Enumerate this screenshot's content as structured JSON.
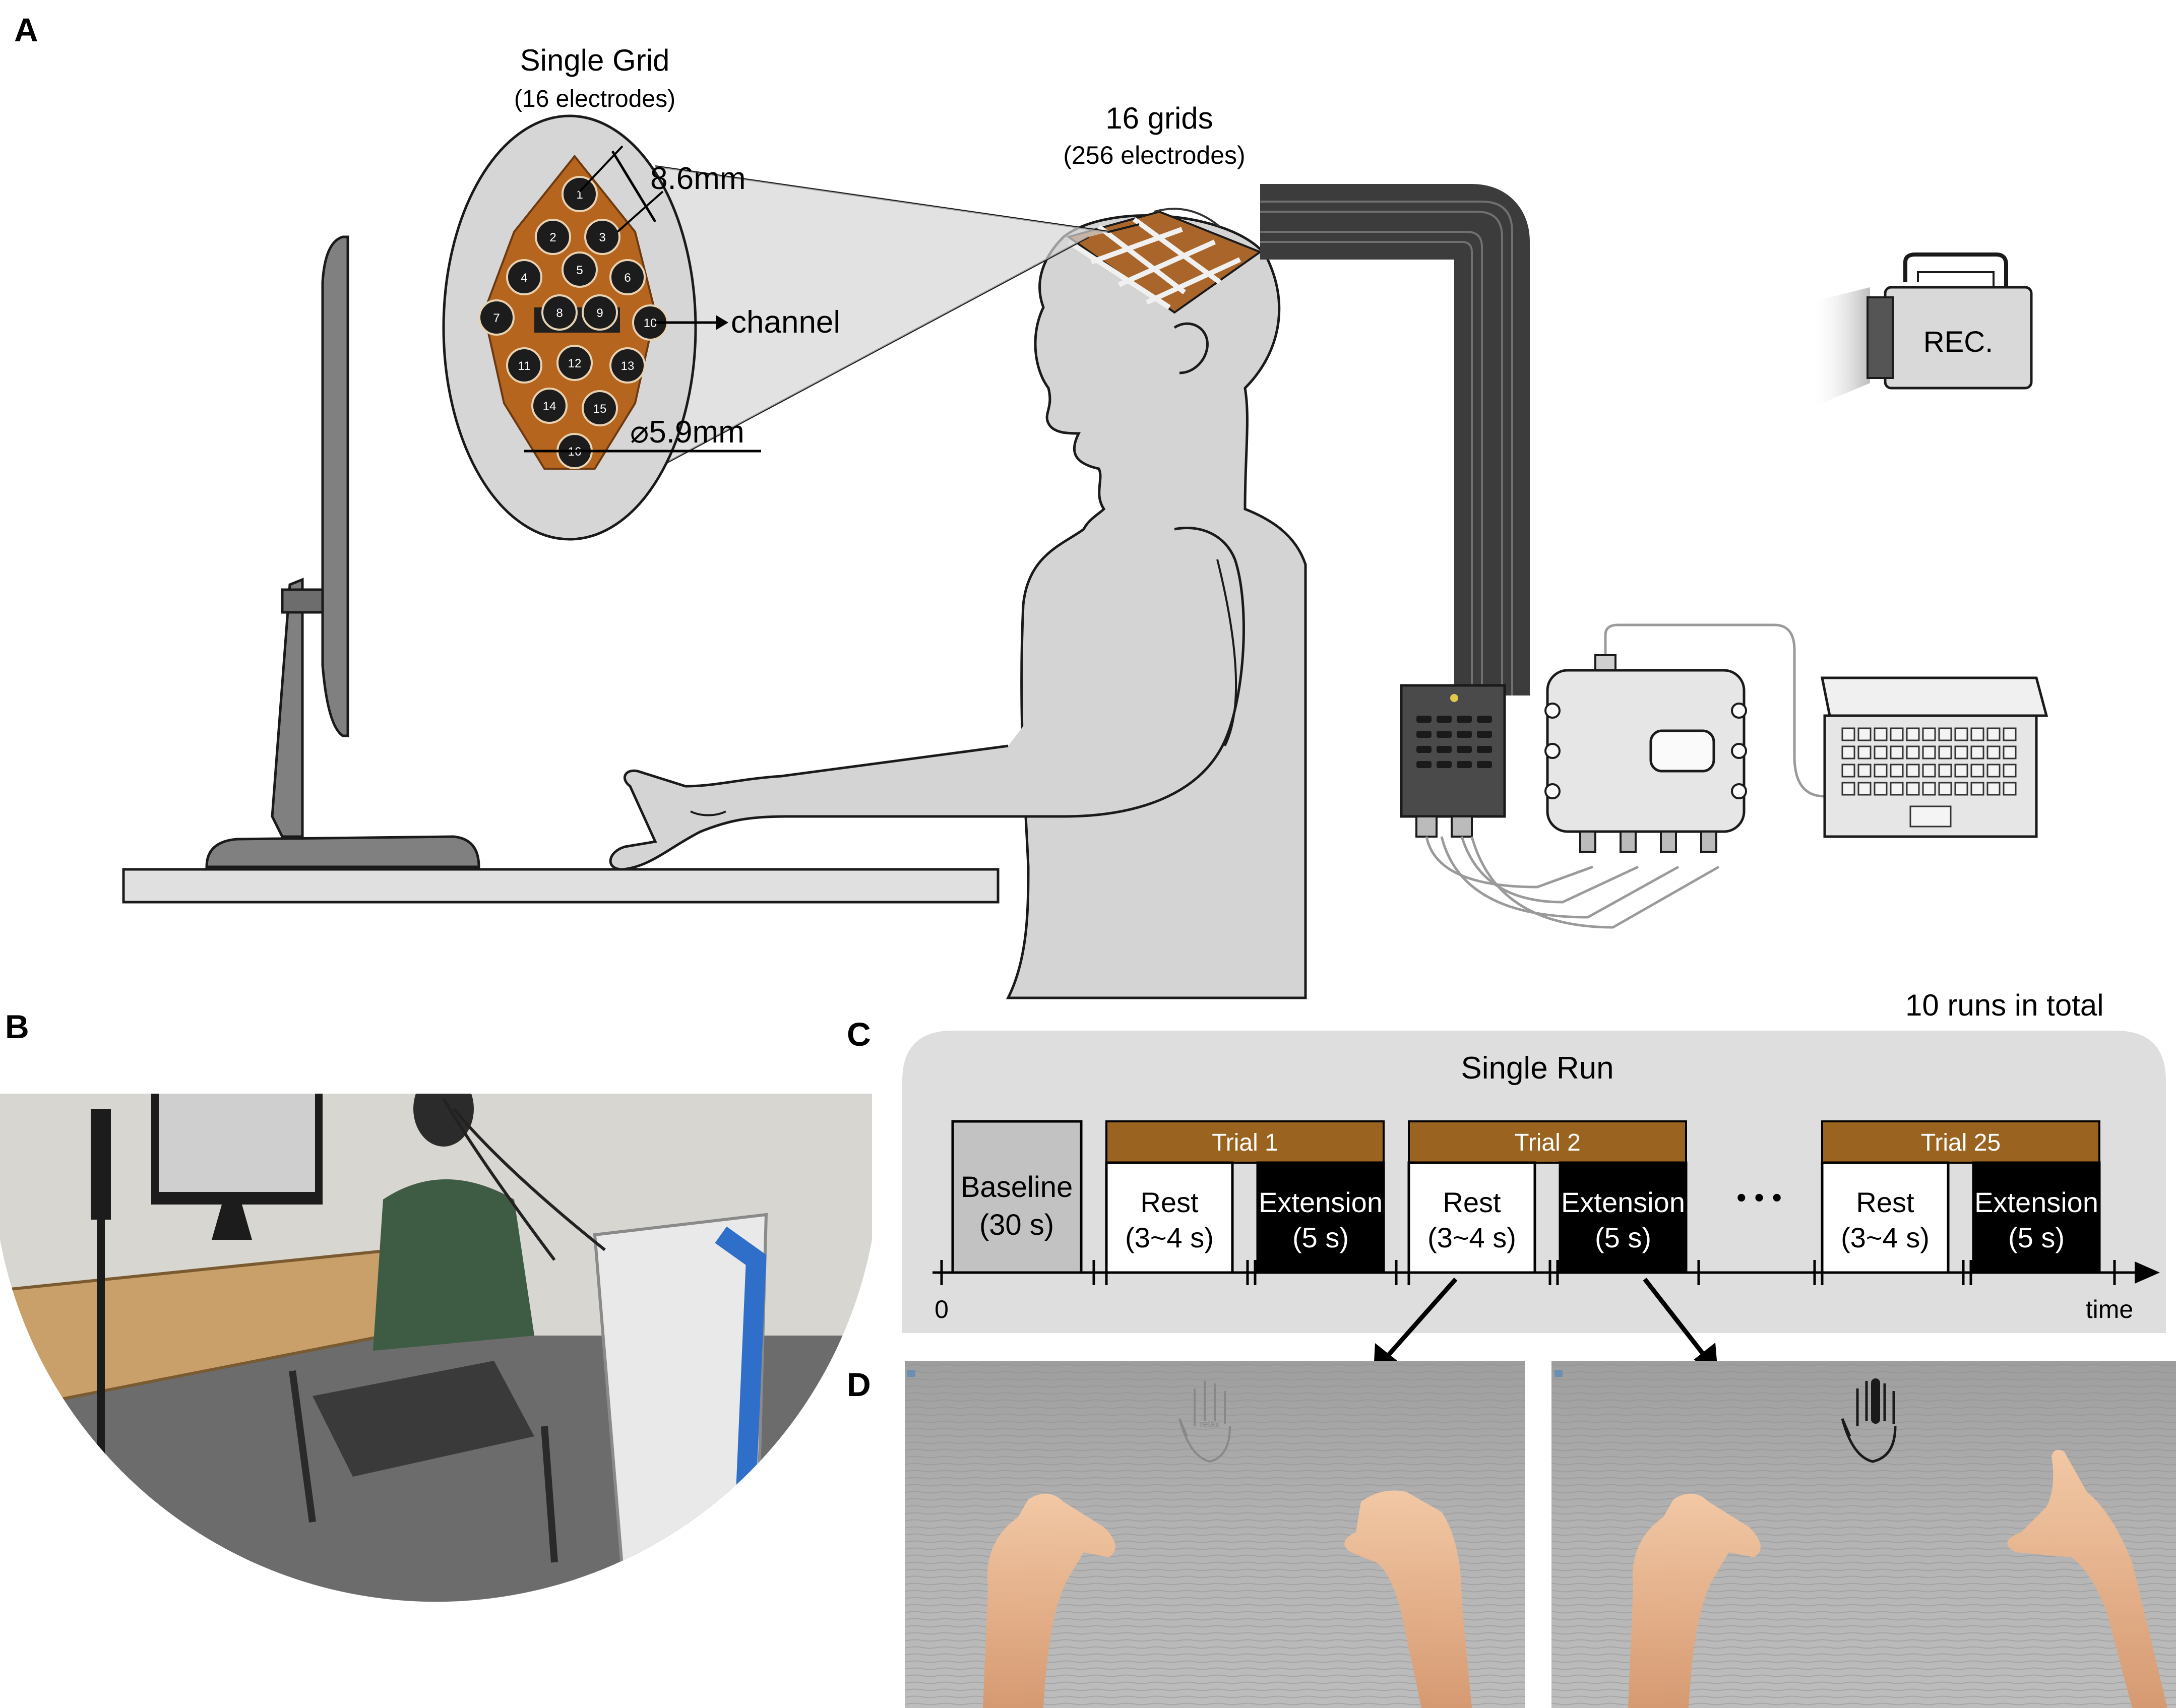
{
  "panels": {
    "a": "A",
    "b": "B",
    "c": "C",
    "d": "D"
  },
  "panel_a": {
    "single_grid_title": "Single Grid",
    "single_grid_sub": "(16 electrodes)",
    "spacing": "8.6mm",
    "channel": "channel",
    "diameter": "⌀5.9mm",
    "grids_title": "16 grids",
    "grids_sub": "(256 electrodes)",
    "camera_label": "REC.",
    "electrode_numbers": [
      "1",
      "2",
      "3",
      "4",
      "5",
      "6",
      "7",
      "8",
      "9",
      "10",
      "11",
      "12",
      "13",
      "14",
      "15",
      "16"
    ]
  },
  "panel_c": {
    "total_runs": "10 runs in total",
    "single_run": "Single Run",
    "baseline": {
      "label": "Baseline",
      "duration": "(30 s)"
    },
    "trials": [
      {
        "title": "Trial 1",
        "rest": "Rest",
        "rest_dur": "(3~4 s)",
        "ext": "Extension",
        "ext_dur": "(5 s)"
      },
      {
        "title": "Trial 2",
        "rest": "Rest",
        "rest_dur": "(3~4 s)",
        "ext": "Extension",
        "ext_dur": "(5 s)"
      },
      {
        "title": "Trial 25",
        "rest": "Rest",
        "rest_dur": "(3~4 s)",
        "ext": "Extension",
        "ext_dur": "(5 s)"
      }
    ],
    "ellipsis": "• • •",
    "axis_start": "0",
    "axis_label": "time"
  },
  "panel_d": {
    "relax_caption": "relax"
  },
  "colors": {
    "trial_header": "#9a6420",
    "extension_fill": "#000000",
    "run_background": "#dedede",
    "baseline_fill": "#c2c2c2",
    "body_fill": "#d4d4d4",
    "cable": "#555555",
    "electrode_pcb": "#b5651d"
  }
}
